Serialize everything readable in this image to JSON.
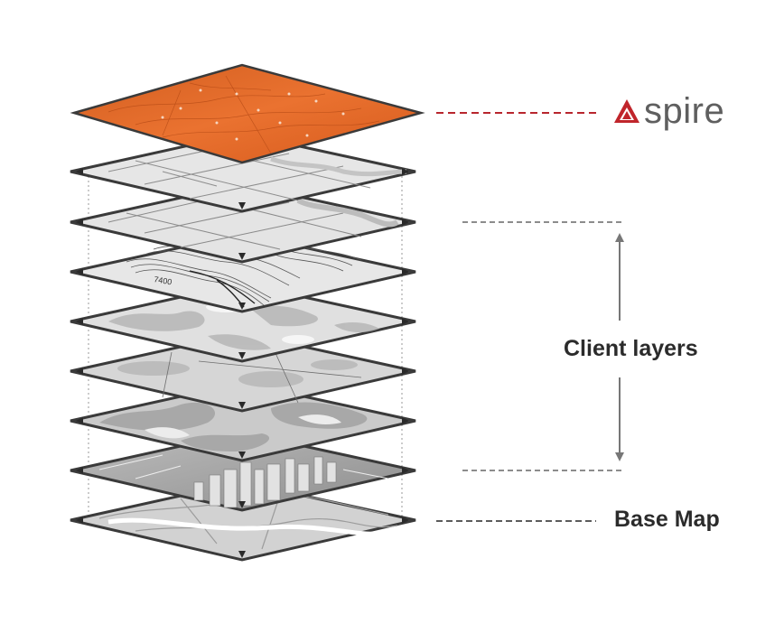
{
  "brand": {
    "name": "spire",
    "color": "#c0252b"
  },
  "labels": {
    "client_layers": "Client layers",
    "base_map": "Base Map"
  },
  "top_layer_map_labels": [
    "",
    "",
    "",
    "",
    "",
    "",
    "",
    "",
    "",
    "",
    "",
    ""
  ],
  "contour_label": "7400",
  "colors": {
    "top_layer": "#e0672a",
    "gray_layer": "#d8d8d8",
    "edge": "#3a3a3a",
    "brand_dash": "#b8262e",
    "guide_dash": "#666666"
  }
}
